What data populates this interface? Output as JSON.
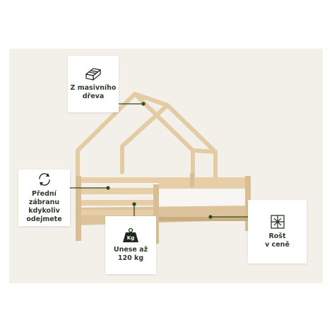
{
  "features": [
    {
      "key": "wood",
      "icon": "wood-log-icon",
      "label": "Z masivního\ndřeva"
    },
    {
      "key": "rail",
      "icon": "rotate-arrows-icon",
      "label": "Přední zábranu\nkdykoliv\nodejmete"
    },
    {
      "key": "load",
      "icon": "weight-kg-icon",
      "label": "Unese až\n120 kg",
      "icon_text": "Kg"
    },
    {
      "key": "base",
      "icon": "slatted-base-icon",
      "label": "Rošt\nv ceně"
    }
  ],
  "colors": {
    "background": "#f2f0e9",
    "wood": "#e6cfa8",
    "wood_dark": "#c9ac7f",
    "mattress": "#f7f6f2",
    "leader": "#2f4a25",
    "text": "#2d3b2a"
  }
}
